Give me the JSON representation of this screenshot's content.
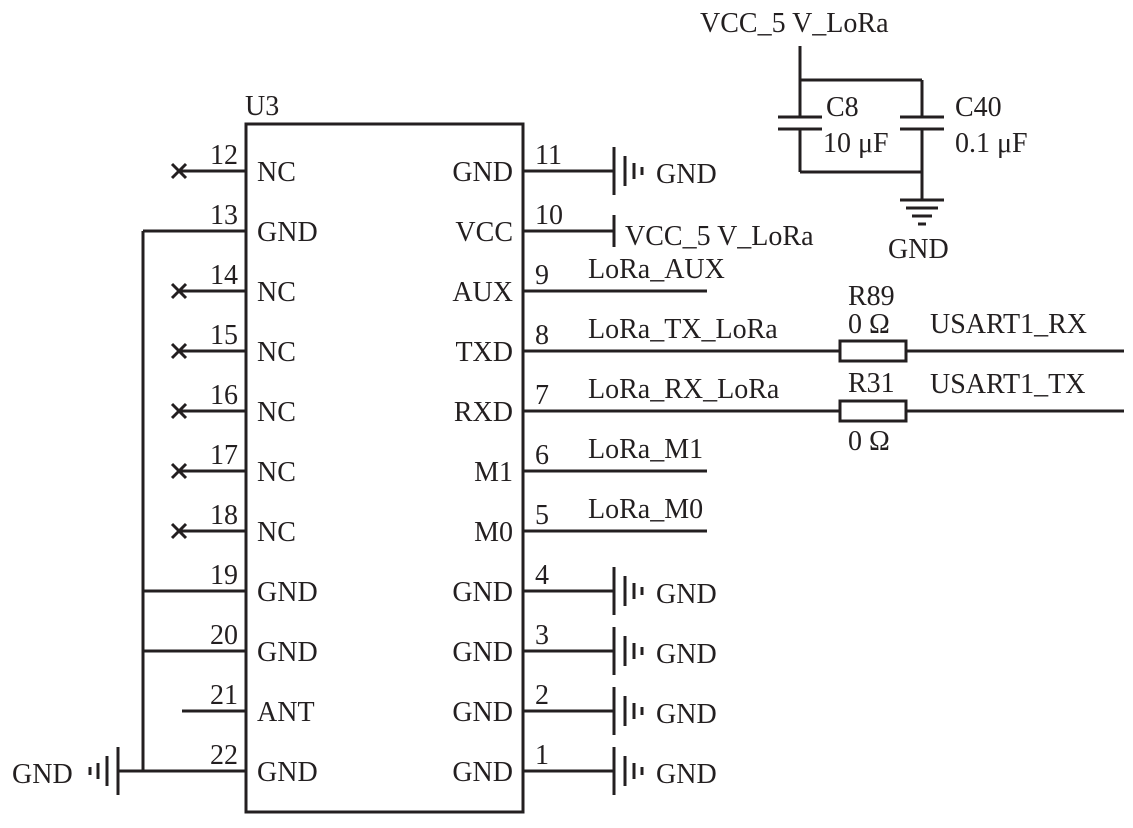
{
  "component": {
    "ref": "U3",
    "left_pins": [
      {
        "number": "12",
        "name": "NC",
        "conn": "nc"
      },
      {
        "number": "13",
        "name": "GND",
        "conn": "bus"
      },
      {
        "number": "14",
        "name": "NC",
        "conn": "nc"
      },
      {
        "number": "15",
        "name": "NC",
        "conn": "nc"
      },
      {
        "number": "16",
        "name": "NC",
        "conn": "nc"
      },
      {
        "number": "17",
        "name": "NC",
        "conn": "nc"
      },
      {
        "number": "18",
        "name": "NC",
        "conn": "nc"
      },
      {
        "number": "19",
        "name": "GND",
        "conn": "bus"
      },
      {
        "number": "20",
        "name": "GND",
        "conn": "bus"
      },
      {
        "number": "21",
        "name": "ANT",
        "conn": "open"
      },
      {
        "number": "22",
        "name": "GND",
        "conn": "bus"
      }
    ],
    "right_pins": [
      {
        "number": "11",
        "name": "GND",
        "conn": "ground",
        "net": "GND"
      },
      {
        "number": "10",
        "name": "VCC",
        "conn": "power",
        "net": "VCC_5 V_LoRa"
      },
      {
        "number": "9",
        "name": "AUX",
        "conn": "net",
        "net": "LoRa_AUX"
      },
      {
        "number": "8",
        "name": "TXD",
        "conn": "resistor",
        "net": "LoRa_TX_LoRa"
      },
      {
        "number": "7",
        "name": "RXD",
        "conn": "resistor",
        "net": "LoRa_RX_LoRa"
      },
      {
        "number": "6",
        "name": "M1",
        "conn": "net",
        "net": "LoRa_M1"
      },
      {
        "number": "5",
        "name": "M0",
        "conn": "net",
        "net": "LoRa_M0"
      },
      {
        "number": "4",
        "name": "GND",
        "conn": "ground",
        "net": "GND"
      },
      {
        "number": "3",
        "name": "GND",
        "conn": "ground",
        "net": "GND"
      },
      {
        "number": "2",
        "name": "GND",
        "conn": "ground",
        "net": "GND"
      },
      {
        "number": "1",
        "name": "GND",
        "conn": "ground",
        "net": "GND"
      }
    ]
  },
  "resistors": [
    {
      "ref": "R89",
      "value": "0 Ω",
      "output_net": "USART1_RX"
    },
    {
      "ref": "R31",
      "value": "0 Ω",
      "output_net": "USART1_TX"
    }
  ],
  "power_supply": {
    "net": "VCC_5 V_LoRa",
    "capacitors": [
      {
        "ref": "C8",
        "value": "10 μF"
      },
      {
        "ref": "C40",
        "value": "0.1 μF"
      }
    ],
    "ground_label": "GND"
  },
  "left_ground_label": "GND"
}
